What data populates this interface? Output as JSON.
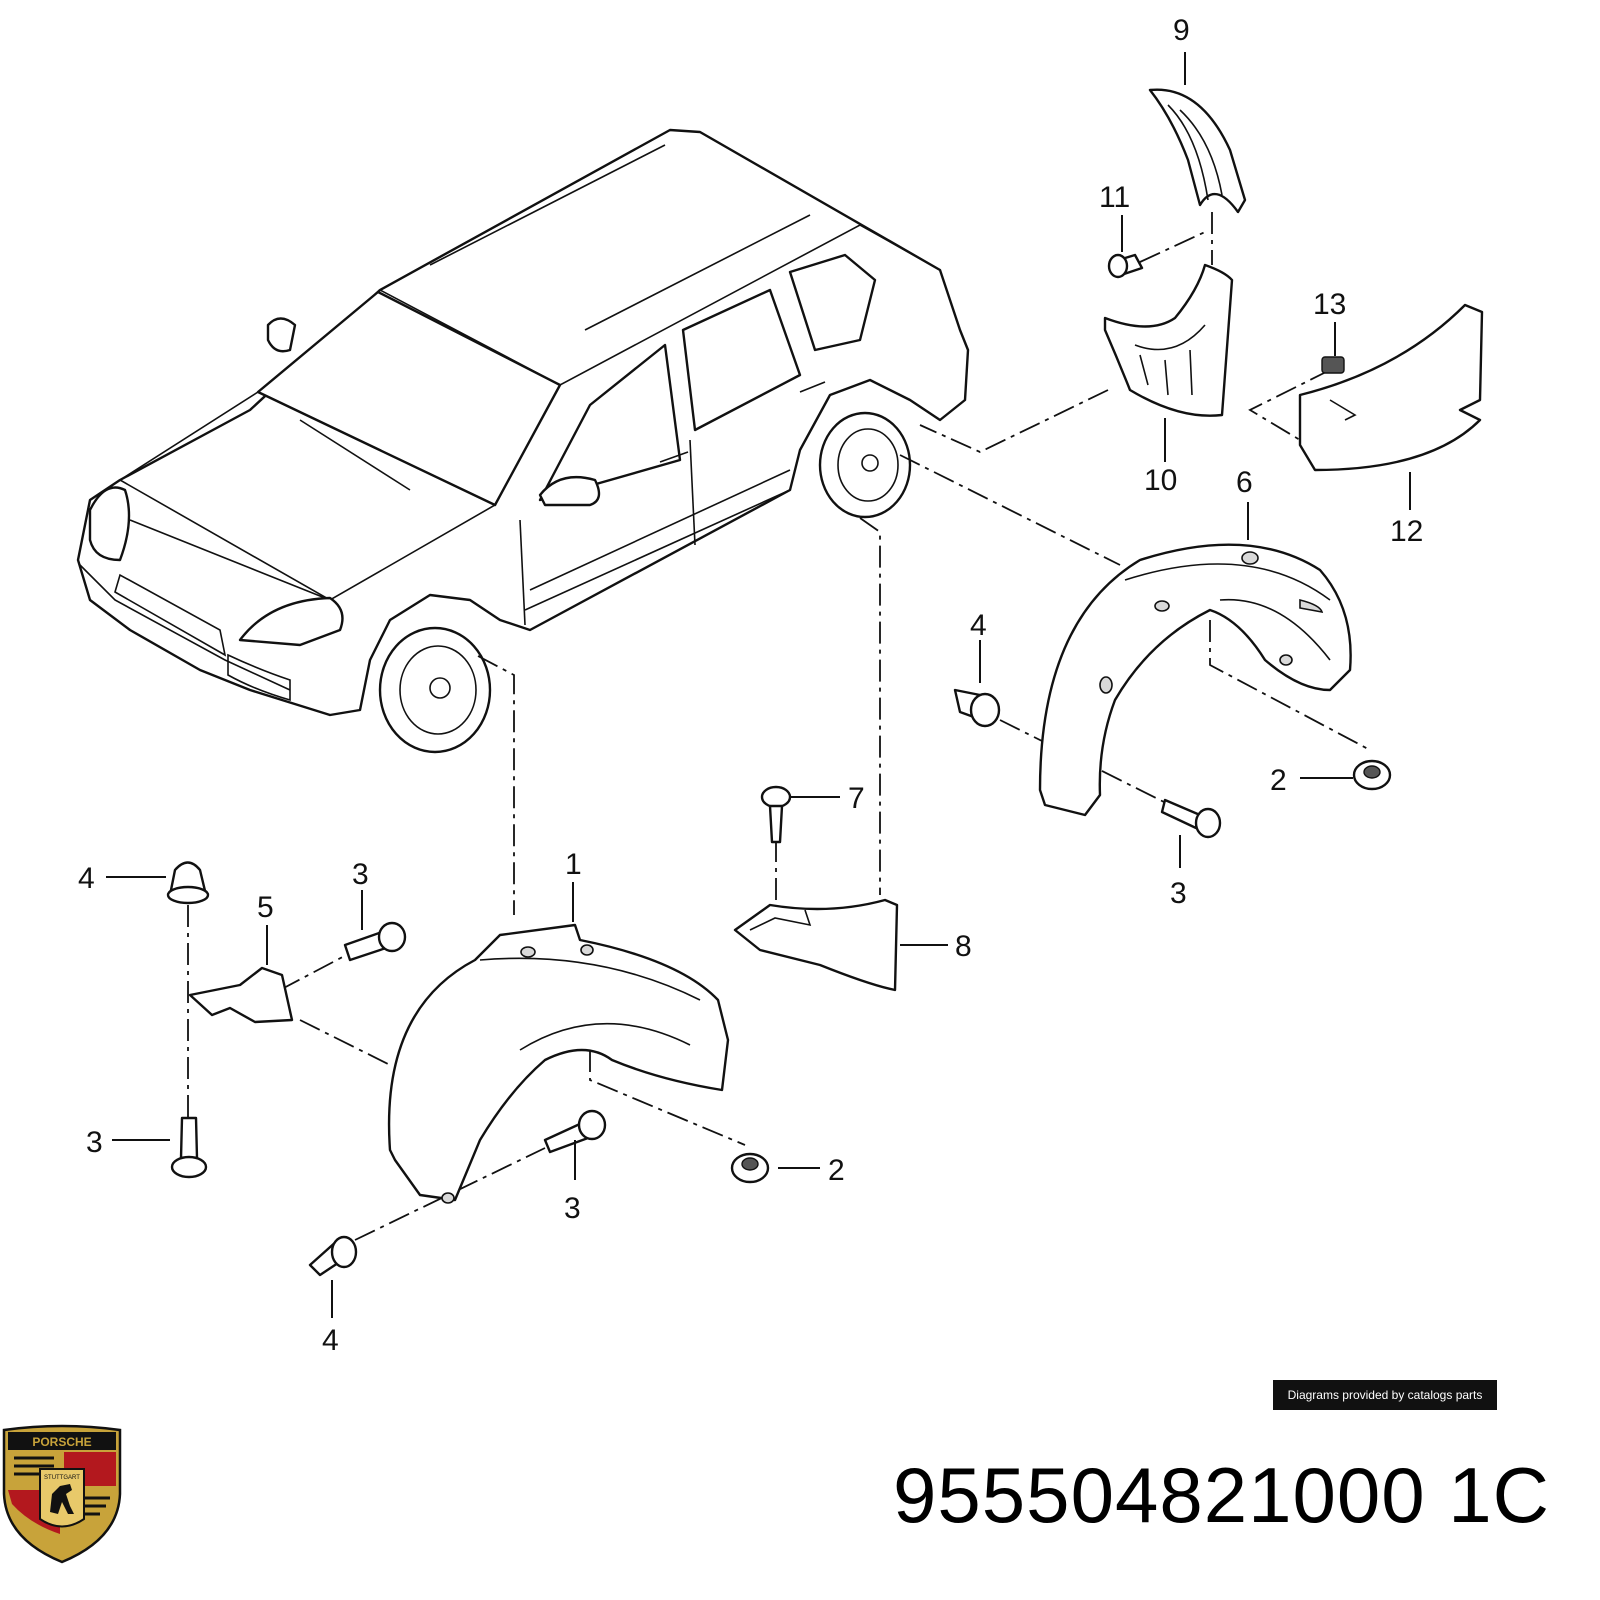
{
  "diagram": {
    "callouts": [
      {
        "id": "c9",
        "text": "9"
      },
      {
        "id": "c11",
        "text": "11"
      },
      {
        "id": "c13",
        "text": "13"
      },
      {
        "id": "c10",
        "text": "10"
      },
      {
        "id": "c6",
        "text": "6"
      },
      {
        "id": "c12",
        "text": "12"
      },
      {
        "id": "c4a",
        "text": "4"
      },
      {
        "id": "c2a",
        "text": "2"
      },
      {
        "id": "c7",
        "text": "7"
      },
      {
        "id": "c3a",
        "text": "3"
      },
      {
        "id": "c4b",
        "text": "4"
      },
      {
        "id": "c3b",
        "text": "3"
      },
      {
        "id": "c5",
        "text": "5"
      },
      {
        "id": "c1",
        "text": "1"
      },
      {
        "id": "c8",
        "text": "8"
      },
      {
        "id": "c3c",
        "text": "3"
      },
      {
        "id": "c2b",
        "text": "2"
      },
      {
        "id": "c3d",
        "text": "3"
      },
      {
        "id": "c4c",
        "text": "4"
      }
    ]
  },
  "footer": {
    "credit": "Diagrams provided by catalogs parts",
    "part_number": "955504821000 1C",
    "logo": {
      "brand": "PORSCHE",
      "city": "STUTTGART",
      "icon": "porsche-crest-icon",
      "colors": {
        "gold": "#c8a33a",
        "red": "#b3181e",
        "black": "#111111"
      }
    }
  }
}
